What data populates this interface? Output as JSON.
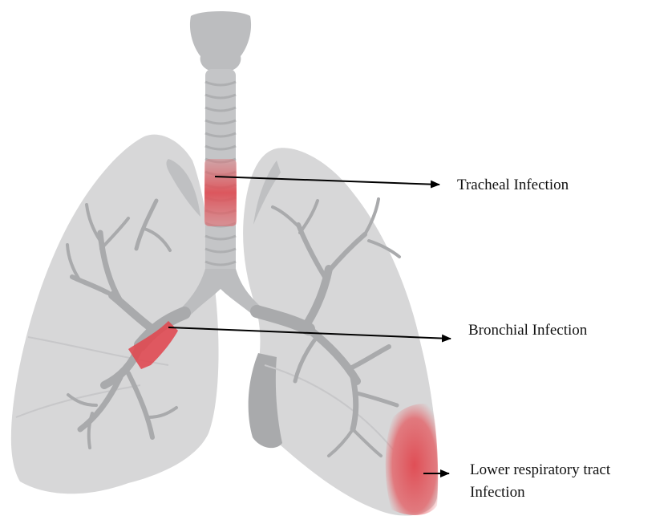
{
  "labels": {
    "tracheal": "Tracheal Infection",
    "bronchial": "Bronchial Infection",
    "lower_line1": "Lower respiratory tract",
    "lower_line2": "Infection"
  },
  "colors": {
    "lung": "#d7d7d8",
    "lung_shadow": "#bfc0c2",
    "airway": "#bcbdbf",
    "bronchial_tree": "#a9aaac",
    "infection": "#e0474f",
    "arrow": "#000000",
    "text": "#111111"
  }
}
